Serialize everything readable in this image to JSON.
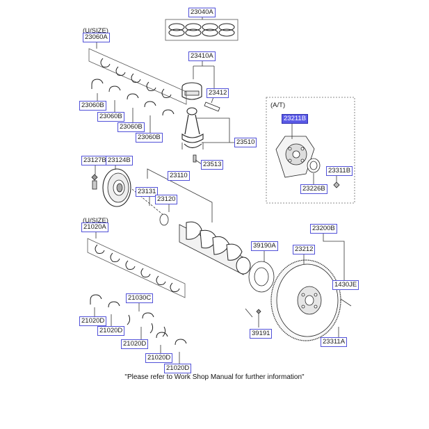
{
  "diagram": {
    "usize_labels": {
      "top": "(U/SIZE)",
      "bottom": "(U/SIZE)"
    },
    "at_label": "(A/T)",
    "footnote": "\"Please refer to Work Shop Manual for further information\"",
    "parts": {
      "p23040a": "23040A",
      "p23060a": "23060A",
      "p23410a": "23410A",
      "p23412": "23412",
      "p23060b_1": "23060B",
      "p23060b_2": "23060B",
      "p23060b_3": "23060B",
      "p23060b_4": "23060B",
      "p23510": "23510",
      "p23513": "23513",
      "p23211b": "23211B",
      "p23311b": "23311B",
      "p23226b": "23226B",
      "p23127b": "23127B",
      "p23124b": "23124B",
      "p23110": "23110",
      "p23131": "23131",
      "p23120": "23120",
      "p21020a": "21020A",
      "p39190a": "39190A",
      "p23200b": "23200B",
      "p23212": "23212",
      "p1430je": "1430JE",
      "p21030c": "21030C",
      "p21020d_1": "21020D",
      "p21020d_2": "21020D",
      "p21020d_3": "21020D",
      "p21020d_4": "21020D",
      "p21020d_5": "21020D",
      "p39191": "39191",
      "p23311a": "23311A"
    },
    "colors": {
      "label_border": "#5050d8",
      "highlight": "#5a5ae6",
      "line": "#333333"
    }
  }
}
